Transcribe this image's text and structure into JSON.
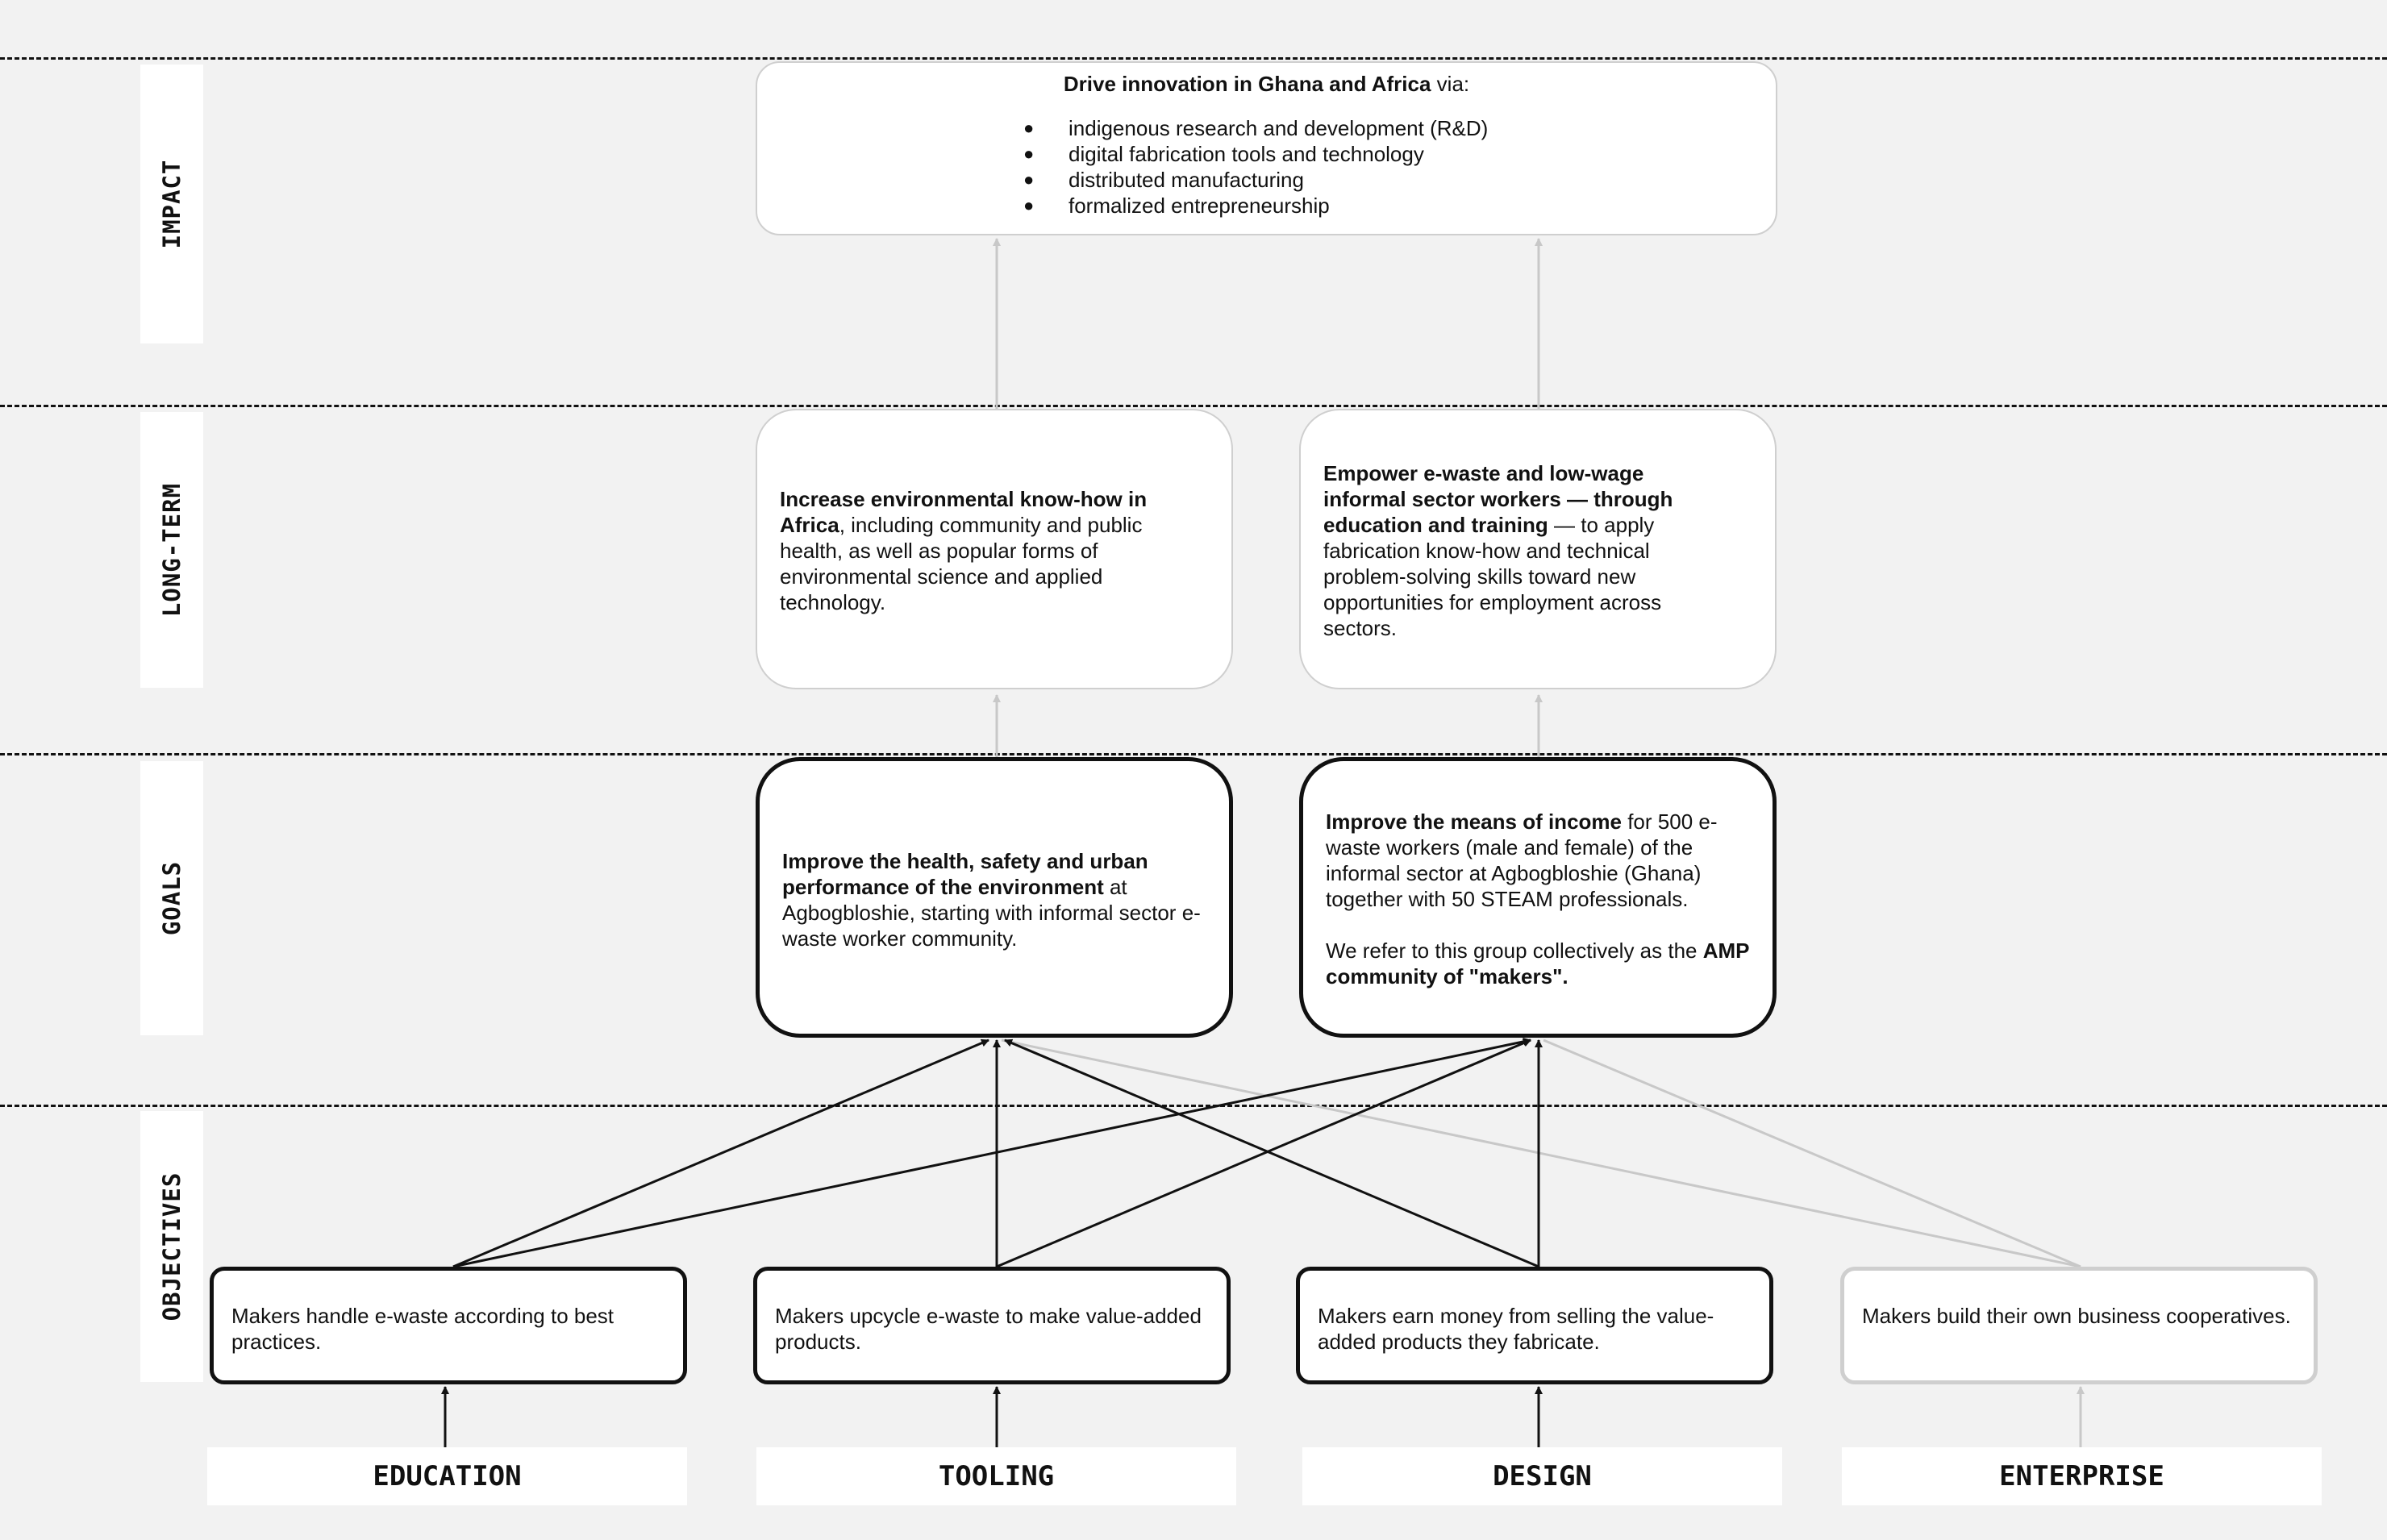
{
  "rows": {
    "impact": "IMPACT",
    "long_term": "LONG-TERM",
    "goals": "GOALS",
    "objectives": "OBJECTIVES"
  },
  "impact": {
    "bold": "Drive innovation in Ghana and Africa",
    "rest": " via:",
    "bullets": [
      "indigenous research and development (R&D)",
      "digital fabrication tools and technology",
      "distributed manufacturing",
      "formalized entrepreneurship"
    ]
  },
  "long_term": {
    "left": {
      "bold": "Increase environmental know-how in Africa",
      "rest": ", including community and public health, as well as popular forms of environmental science and applied technology."
    },
    "right": {
      "bold": "Empower e-waste and low-wage informal sector workers — through education and training",
      "rest": " — to apply fabrication know-how and technical problem-solving skills toward new opportunities for employment across sectors."
    }
  },
  "goals": {
    "left": {
      "bold": "Improve the health, safety and urban performance of the environment",
      "rest": " at Agbogbloshie, starting with informal sector e-waste worker community."
    },
    "right": {
      "bold": "Improve the means of income",
      "rest": " for 500 e-waste workers (male and female) of the informal sector at Agbogbloshie (Ghana) together with 50 STEAM professionals.",
      "p2_rest": "We refer to this group collectively as the ",
      "p2_bold": "AMP community of \"makers\"."
    }
  },
  "objectives": [
    "Makers handle e-waste according to best practices.",
    "Makers upcycle e-waste to make value-added products.",
    "Makers earn money from selling the value-added products they fabricate.",
    "Makers build their own business cooperatives."
  ],
  "categories": [
    "EDUCATION",
    "TOOLING",
    "DESIGN",
    "ENTERPRISE"
  ],
  "colors": {
    "background": "#f2f2f2",
    "strong_line": "#111111",
    "faint_line": "#c8c8c8"
  }
}
